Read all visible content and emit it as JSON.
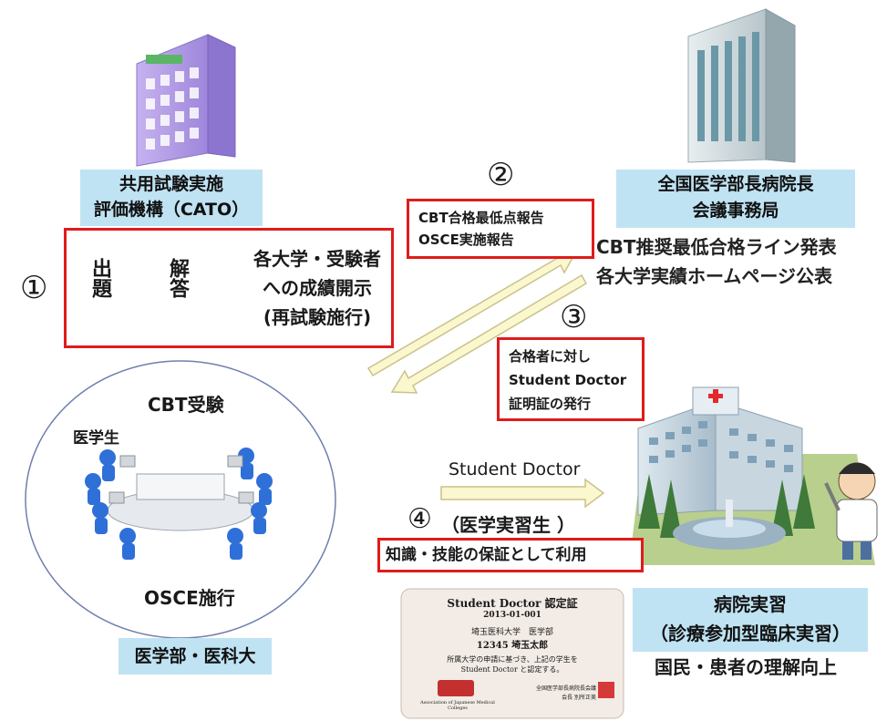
{
  "cato": {
    "line1": "共用試験実施",
    "line2": "評価機構（CATO）"
  },
  "council": {
    "line1": "全国医学部長病院長",
    "line2": "会議事務局"
  },
  "council_note": {
    "line1": "CBT推奨最低合格ライン発表",
    "line2": "各大学実績ホームページ公表"
  },
  "step1": {
    "number": "①",
    "shutsudai": "出題",
    "kaitou": "解答",
    "disclose_line1": "各大学・受験者",
    "disclose_line2": "への成績開示",
    "disclose_line3": "(再試験施行)"
  },
  "step2": {
    "number": "②",
    "line1": "CBT合格最低点報告",
    "line2": "OSCE実施報告"
  },
  "step3": {
    "number": "③",
    "line1": "合格者に対し",
    "line2": "Student Doctor",
    "line3": "証明証の発行"
  },
  "step4": {
    "number": "④",
    "arrow_label": "Student Doctor",
    "sub_label": "（医学実習生 ）",
    "box_label": "知識・技能の保証として利用"
  },
  "university": {
    "cbt": "CBT受験",
    "student": "医学生",
    "osce": "OSCE施行",
    "name": "医学部・医科大"
  },
  "hospital": {
    "line1": "病院実習",
    "line2": "（診療参加型臨床実習）",
    "note": "国民・患者の理解向上"
  },
  "certificate": {
    "title": "Student Doctor 認定証",
    "number": "2013-01-001",
    "school": "埼玉医科大学　医学部",
    "student_id": "12345 埼玉太郎",
    "statement1": "所属大学の申請に基づき、上記の学生を",
    "statement2": "Student Doctor と認定する。",
    "org_caption": "Association of Japanese Medical Colleges",
    "council_caption": "全国医学部長病院長会議",
    "signer": "会長 別所正美"
  },
  "colors": {
    "red": "#e01b1b",
    "blue_box": "#bfe3f3",
    "arrow_fill": "#fbf7cf",
    "arrow_stroke": "#c9c289"
  }
}
